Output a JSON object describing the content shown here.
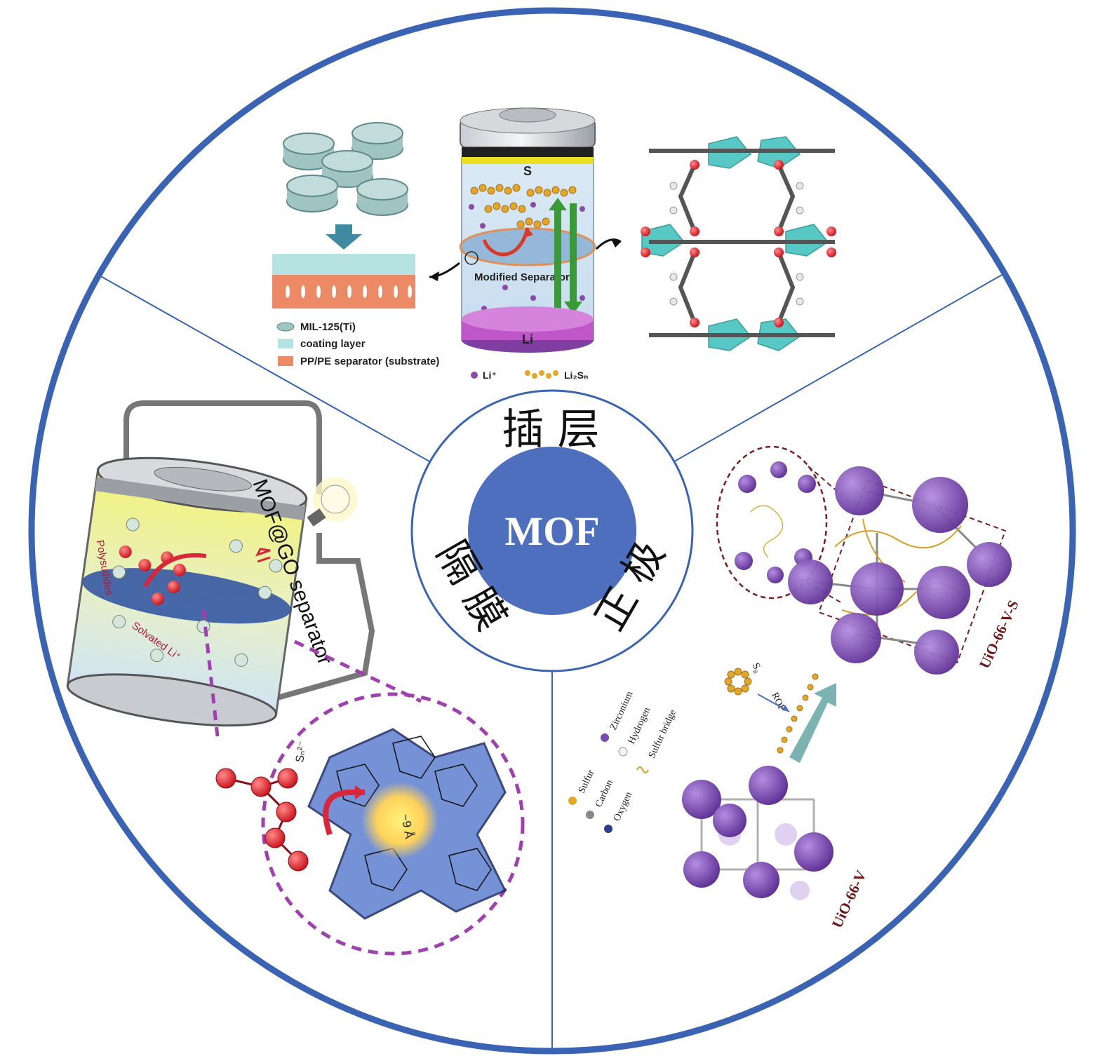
{
  "center": {
    "label": "MOF"
  },
  "ring_labels": {
    "interlayer": "插 层",
    "separator": "隔 膜",
    "cathode": "正 极"
  },
  "top_panel": {
    "legend": [
      "MIL-125(Ti)",
      "coating layer",
      "PP/PE separator (substrate)"
    ],
    "battery_top": "S",
    "battery_bottom": "Li",
    "separator_label": "Modified Separator",
    "ion_legend": [
      "Li⁺",
      "Li₂Sₙ"
    ]
  },
  "left_panel": {
    "separator_label": "MOF@GO separator",
    "polysulfides": "Polysulfides",
    "solvated": "Solvated Li⁺",
    "pore": "~9 Å",
    "species": "Sₙ²⁻"
  },
  "right_panel": {
    "product": "UiO-66-V-S",
    "precursor": "UiO-66-V",
    "s8": "S₈",
    "rop": "ROP",
    "legend": [
      "Sulfur",
      "Carbon",
      "Oxygen",
      "Zirconium",
      "Hydrogen",
      "Sulfur bridge"
    ]
  },
  "colors": {
    "ring": "#3a63b3",
    "center": "#4d6fbd",
    "divider": "#3a63b3",
    "purple": "#7a4bb0",
    "teal": "#58c8c4",
    "orange": "#ec8a66",
    "magenta": "#a040b0"
  }
}
